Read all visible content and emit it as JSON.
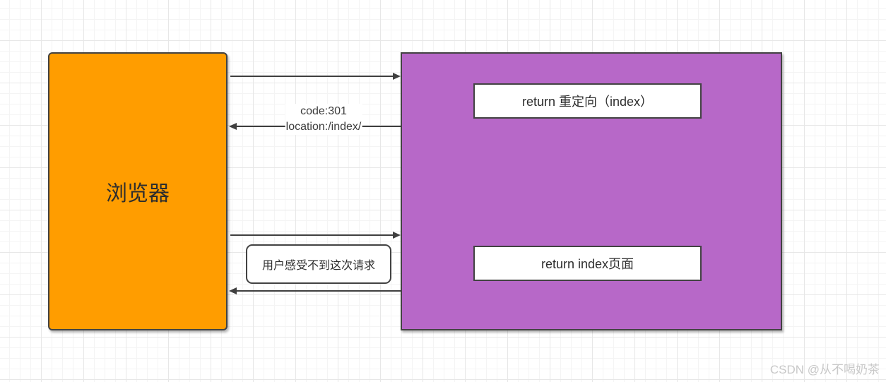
{
  "diagram": {
    "browser": {
      "label": "浏览器",
      "fill_color": "#FF9D00"
    },
    "server": {
      "fill_color": "#B768C8",
      "redirect_box_label": "return 重定向（index）",
      "index_box_label": "return index页面"
    },
    "labels": {
      "redirect_code": "code:301",
      "redirect_location": "location:/index/",
      "user_note": "用户感受不到这次请求"
    },
    "stroke_color": "#424242"
  },
  "watermark": {
    "text": "CSDN @从不喝奶茶"
  }
}
